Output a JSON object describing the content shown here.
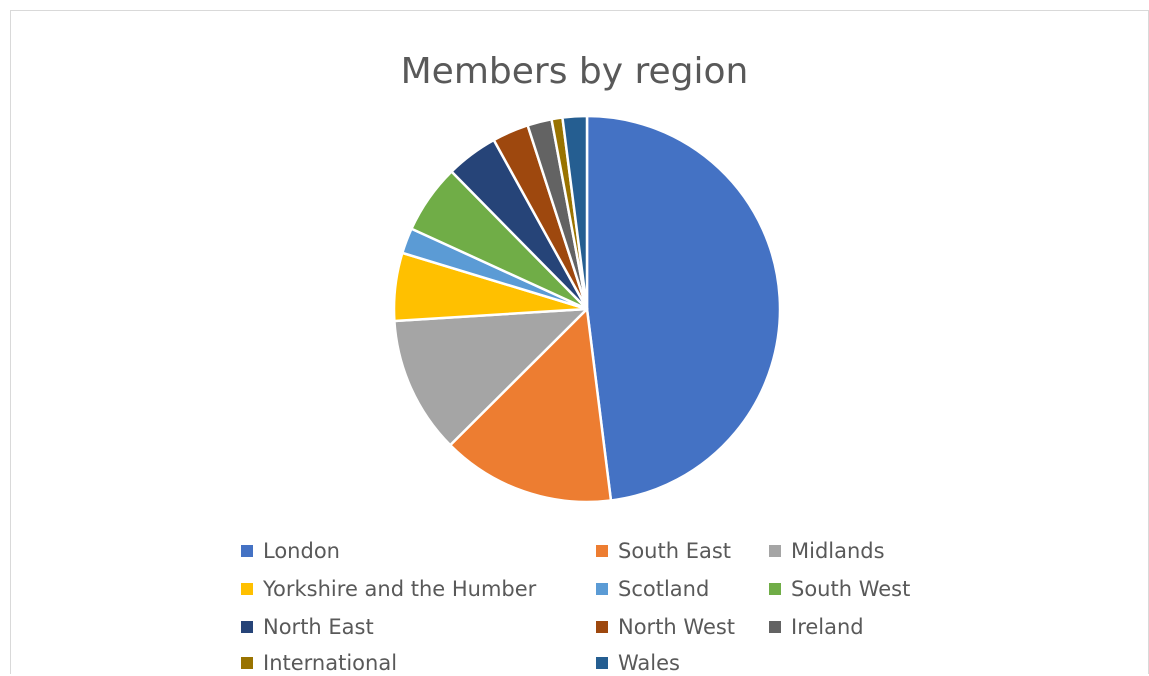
{
  "chart_data": {
    "type": "pie",
    "title": "Members by region",
    "categories": [
      "London",
      "South East",
      "Midlands",
      "Yorkshire and the Humber",
      "Scotland",
      "South West",
      "North East",
      "North West",
      "Ireland",
      "International",
      "Wales"
    ],
    "values": [
      47.3,
      14.3,
      11.3,
      5.6,
      2.1,
      5.7,
      4.3,
      3.0,
      2.0,
      0.9,
      2.0
    ],
    "unit": "percent",
    "colors": [
      "#4472c4",
      "#ed7d31",
      "#a5a5a5",
      "#ffc000",
      "#5b9bd5",
      "#70ad47",
      "#264478",
      "#9e480e",
      "#636363",
      "#997300",
      "#255e91"
    ],
    "legend": {
      "position": "bottom",
      "entries": [
        "London",
        "South East",
        "Midlands",
        "Yorkshire and the Humber",
        "Scotland",
        "South West",
        "North East",
        "North West",
        "Ireland",
        "International",
        "Wales"
      ]
    },
    "grid": false
  }
}
